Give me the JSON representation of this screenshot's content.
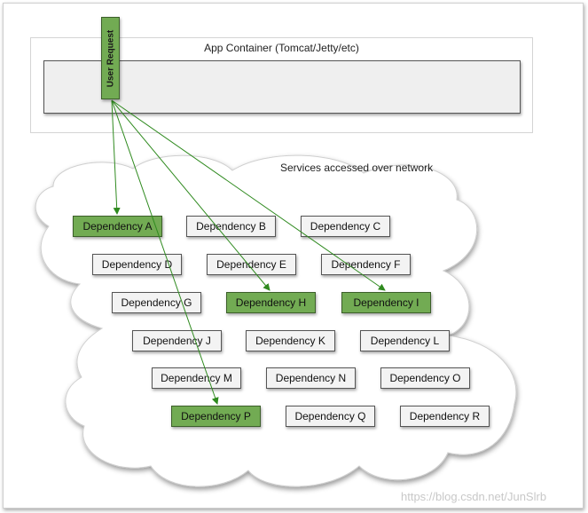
{
  "app_container": {
    "title": "App Container (Tomcat/Jetty/etc)",
    "request_label": "User Request"
  },
  "network": {
    "label": "Services accessed over network"
  },
  "dependencies": [
    {
      "label": "Dependency A",
      "active": true
    },
    {
      "label": "Dependency B",
      "active": false
    },
    {
      "label": "Dependency C",
      "active": false
    },
    {
      "label": "Dependency D",
      "active": false
    },
    {
      "label": "Dependency E",
      "active": false
    },
    {
      "label": "Dependency F",
      "active": false
    },
    {
      "label": "Dependency G",
      "active": false
    },
    {
      "label": "Dependency H",
      "active": true
    },
    {
      "label": "Dependency I",
      "active": true
    },
    {
      "label": "Dependency J",
      "active": false
    },
    {
      "label": "Dependency K",
      "active": false
    },
    {
      "label": "Dependency L",
      "active": false
    },
    {
      "label": "Dependency M",
      "active": false
    },
    {
      "label": "Dependency N",
      "active": false
    },
    {
      "label": "Dependency O",
      "active": false
    },
    {
      "label": "Dependency P",
      "active": true
    },
    {
      "label": "Dependency Q",
      "active": false
    },
    {
      "label": "Dependency R",
      "active": false
    }
  ],
  "watermark": "https://blog.csdn.net/JunSlrb",
  "colors": {
    "active_fill": "#72ab53",
    "inactive_fill": "#f3f3f3",
    "arrow": "#2f8a1f"
  }
}
